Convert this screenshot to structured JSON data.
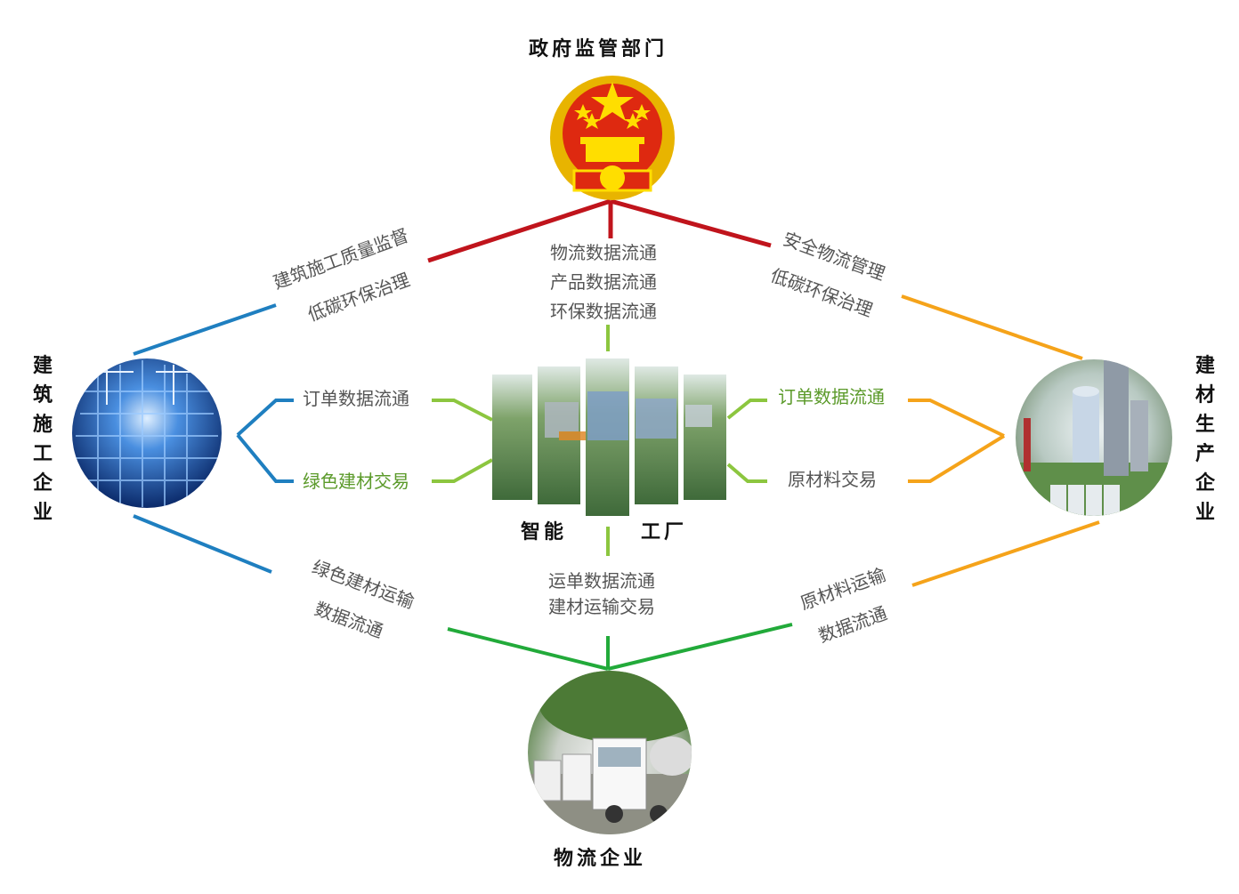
{
  "nodes": {
    "government": {
      "title": "政府监管部门",
      "emblem_colors": {
        "field": "#de2910",
        "stars": "#ffde00"
      }
    },
    "construction": {
      "title": "建筑施工企业"
    },
    "materials": {
      "title": "建材生产企业"
    },
    "logistics": {
      "title": "物流企业"
    },
    "factory": {
      "title_left": "智能",
      "title_right": "工厂"
    }
  },
  "edges": {
    "gov_construction": {
      "line1": "建筑施工质量监督",
      "line2": "低碳环保治理",
      "color": "#c0141c"
    },
    "gov_factory": {
      "lines": [
        "物流数据流通",
        "产品数据流通",
        "环保数据流通"
      ],
      "color": "#c0141c"
    },
    "gov_materials": {
      "line1": "安全物流管理",
      "line2": "低碳环保治理",
      "color": "#c0141c"
    },
    "construction_factory": {
      "top": "订单数据流通",
      "bottom": "绿色建材交易",
      "color": "#1f7fc0"
    },
    "factory_materials": {
      "top": "订单数据流通",
      "bottom": "原材料交易",
      "color": "#f5a31a"
    },
    "factory_logistics": {
      "lines": [
        "运单数据流通",
        "建材运输交易"
      ],
      "color": "#22aa3a"
    },
    "construction_logistics": {
      "line1": "绿色建材运输",
      "line2": "数据流通",
      "color": "#1f7fc0"
    },
    "materials_logistics": {
      "line1": "原材料运输",
      "line2": "数据流通",
      "color": "#f5a31a"
    }
  },
  "colors": {
    "red": "#c0141c",
    "blue": "#1f7fc0",
    "orange": "#f5a31a",
    "green": "#22aa3a",
    "lime": "#8cc63f"
  }
}
